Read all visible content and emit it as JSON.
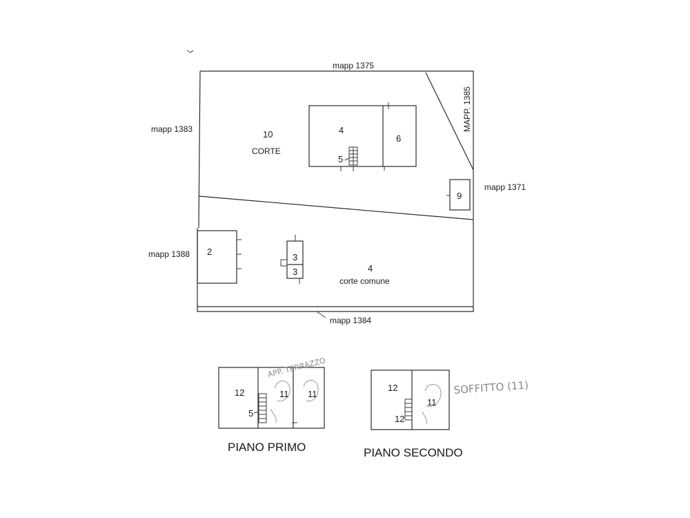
{
  "site_plan": {
    "neighbors": {
      "top": "mapp 1375",
      "right_vertical": "MAPP. 1385",
      "left_upper": "mapp 1383",
      "right": "mapp 1371",
      "left_lower": "mapp 1388",
      "bottom": "mapp 1384"
    },
    "courtyard_number": "10",
    "courtyard_label": "CORTE",
    "main_building_number": "4",
    "stair_number": "5",
    "annex_number": "6",
    "small_building_number": "9",
    "left_building_number": "2",
    "center_unit_top": "3",
    "center_unit_bottom": "3",
    "common_court_number": "4",
    "common_court_label": "corte comune"
  },
  "floor_first": {
    "title": "PIANO PRIMO",
    "room_left": "12",
    "stair_number": "5",
    "room_middle": "11",
    "room_right": "11",
    "handwritten_note": "APP. TERRAZZO"
  },
  "floor_second": {
    "title": "PIANO SECONDO",
    "room_left_top": "12",
    "room_left_bottom": "12",
    "room_right": "11",
    "handwritten_note": "SOFFITTO (11)"
  }
}
